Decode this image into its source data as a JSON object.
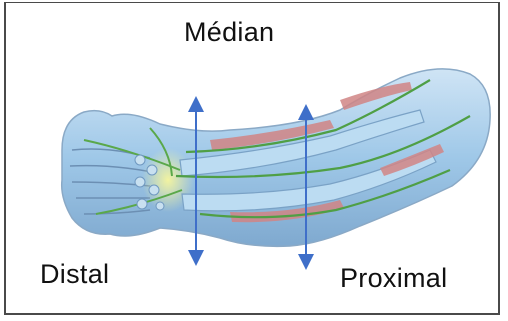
{
  "labels": {
    "median": "Médian",
    "distal": "Distal",
    "proximal": "Proximal"
  },
  "colors": {
    "arrow": "#3f6fc9",
    "skin": "#9ec6e6",
    "nerve": "#58a84a",
    "muscle": "#cf7e7e"
  }
}
